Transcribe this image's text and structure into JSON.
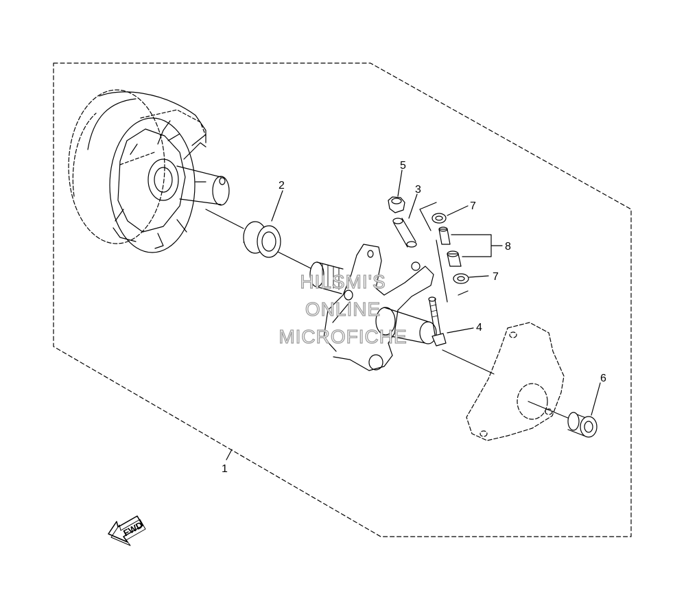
{
  "diagram": {
    "callouts": {
      "c1": "1",
      "c2": "2",
      "c3": "3",
      "c4": "4",
      "c5": "5",
      "c6": "6",
      "c7a": "7",
      "c7b": "7",
      "c8": "8"
    },
    "fwd_label": "FWD",
    "watermark": {
      "line1": "HILSMI'S",
      "line2": "ONLINE",
      "line3": "MICROFICHE"
    },
    "colors": {
      "line": "#000000",
      "watermark_outline": "#9a9a9a"
    },
    "icons": {
      "forward_arrow": "fwd-arrow-icon"
    }
  }
}
